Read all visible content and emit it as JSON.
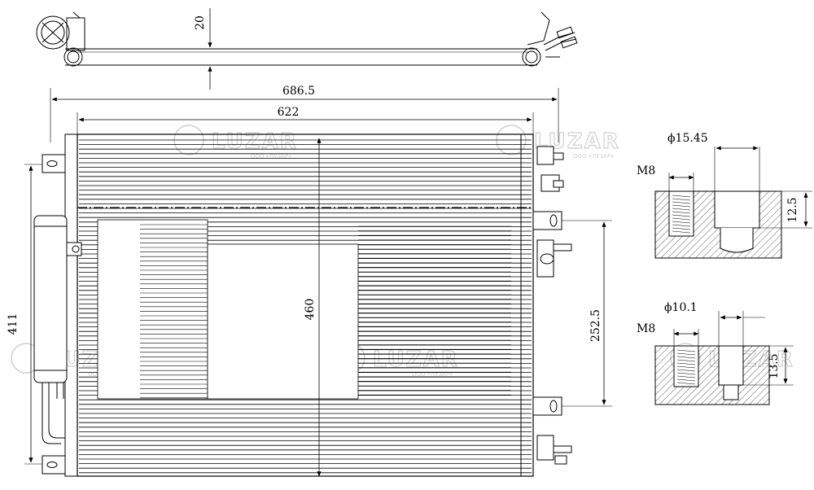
{
  "dimensions": {
    "top_depth": "20",
    "overall_width": "686.5",
    "core_width": "622",
    "core_height": "460",
    "overall_height": "411",
    "bracket_spacing": "252.5",
    "fitting1": {
      "bore": "ϕ15.45",
      "thread": "M8",
      "depth": "12.5"
    },
    "fitting2": {
      "bore": "ϕ10.1",
      "thread": "M8",
      "depth": "13.5"
    }
  },
  "watermark": {
    "brand": "LUZAR",
    "tagline": "ООО «ЛУЗАР»"
  },
  "colors": {
    "line": "#000000",
    "watermark": "#cfcfcf",
    "hatch": "#333333"
  }
}
